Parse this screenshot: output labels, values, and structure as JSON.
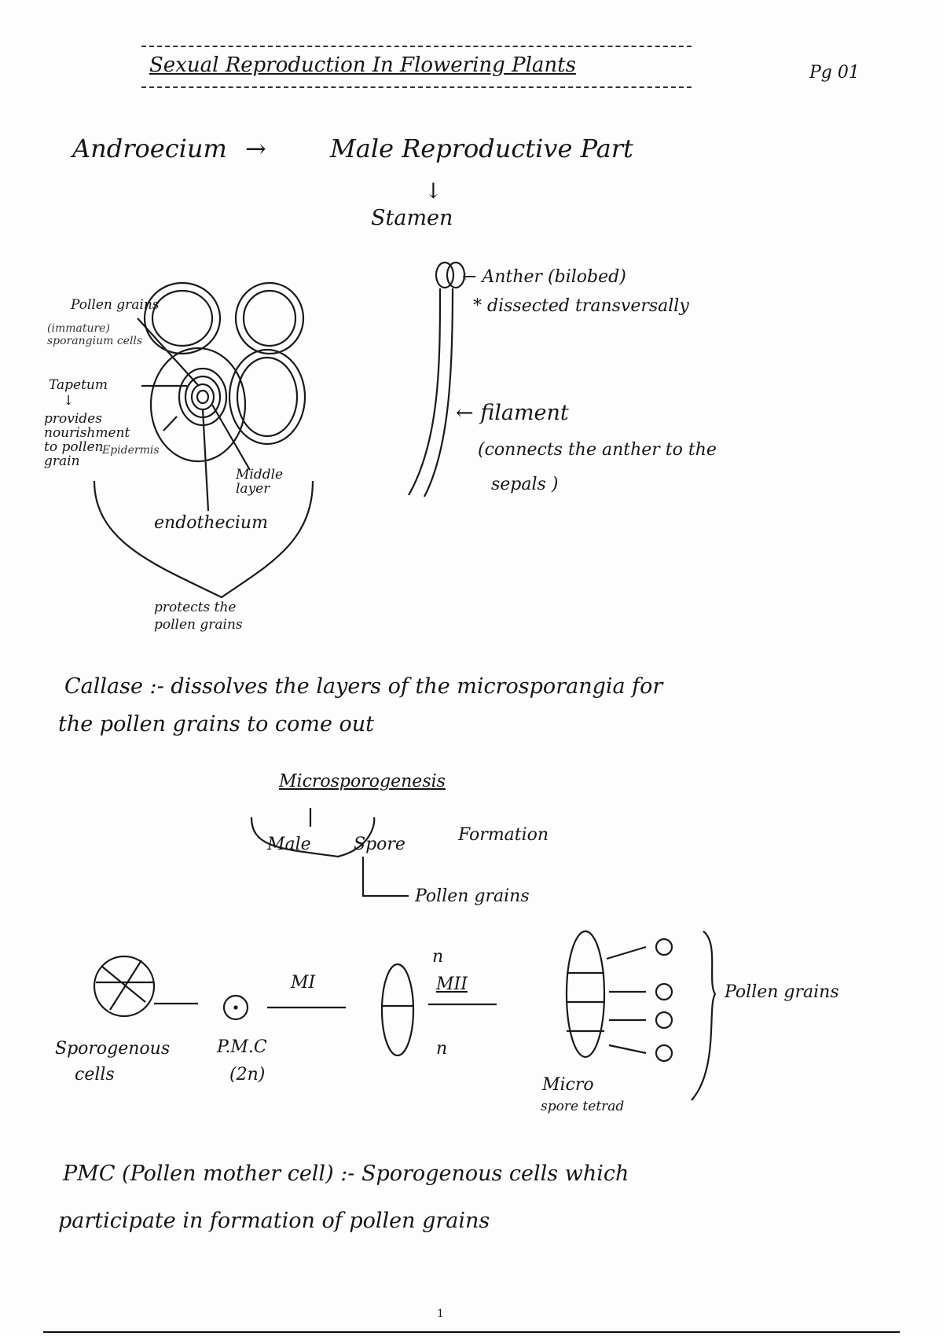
{
  "header": {
    "title": "Sexual Reproduction In Flowering Plants",
    "page_label": "Pg 01"
  },
  "androecium": {
    "term": "Androecium",
    "arrow": "→",
    "definition": "Male Reproductive Part",
    "down_arrow": "↓",
    "child": "Stamen"
  },
  "anther_section_diagram": {
    "labels": [
      "Pollen grains",
      "(immature) sporangium cells",
      "Tapetum",
      "↓",
      "provides nourishment to pollen grain",
      "Epidermis",
      "Middle layer",
      "endothecium",
      "protects the pollen grains"
    ]
  },
  "stamen_diagram": {
    "anther_label": "← Anther (bilobed)",
    "anther_note": "* dissected transversally",
    "filament_label": "← filament",
    "filament_note_1": "(connects the anther to the",
    "filament_note_2": "sepals )"
  },
  "callase": {
    "line1": "Callase :- dissolves the layers of the microsporangia for",
    "line2": "the pollen grains to come out"
  },
  "microsporogenesis": {
    "title": "Microsporogenesis",
    "parts": [
      "Male",
      "Spore",
      "Formation"
    ],
    "result": "Pollen grains"
  },
  "meiosis_diagram": {
    "sporogenous_label": "Sporogenous",
    "sporogenous_label2": "cells",
    "pmc_label": "P.M.C",
    "pmc_ploidy": "(2n)",
    "meiosis1": "MI",
    "meiosis2": "MII",
    "haploid_top": "n",
    "haploid_bottom": "n",
    "tetrad_label1": "Micro",
    "tetrad_label2": "spore tetrad",
    "pollen_label": "Pollen grains"
  },
  "pmc_definition": {
    "line1": "PMC (Pollen mother cell) :- Sporogenous cells which",
    "line2": "participate in formation of pollen grains"
  },
  "footer": {
    "page_number": "1"
  }
}
